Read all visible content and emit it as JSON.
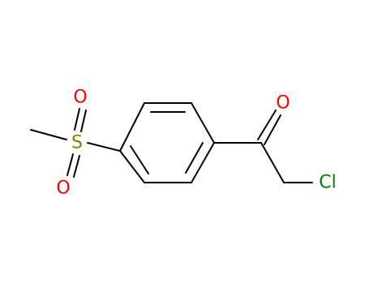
{
  "molecule": {
    "atoms": {
      "sulfur": {
        "symbol": "S",
        "color": "#808000"
      },
      "sulfonyl_oxygen_top": {
        "symbol": "O",
        "color": "#ff0000"
      },
      "sulfonyl_oxygen_bottom": {
        "symbol": "O",
        "color": "#ff0000"
      },
      "carbonyl_oxygen": {
        "symbol": "O",
        "color": "#ff0000"
      },
      "chlorine": {
        "symbol": "Cl",
        "color": "#008000"
      }
    },
    "bond_color": "#000000"
  }
}
